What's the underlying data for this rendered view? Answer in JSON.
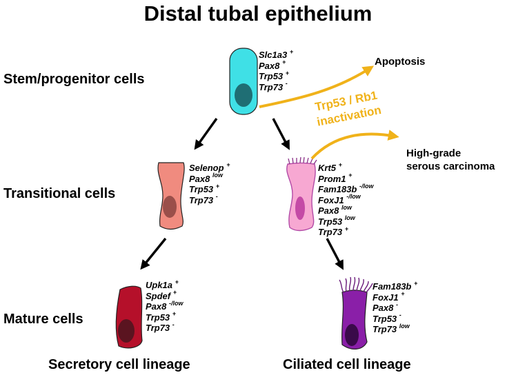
{
  "title": "Distal tubal epithelium",
  "rows": {
    "stem": "Stem/progenitor cells",
    "transitional": "Transitional cells",
    "mature": "Mature cells"
  },
  "lineages": {
    "secretory": "Secretory cell lineage",
    "ciliated": "Ciliated cell lineage"
  },
  "inactivation": {
    "line1": "Trp53 / Rb1",
    "line2": "inactivation"
  },
  "outcomes": {
    "apoptosis": "Apoptosis",
    "hgsc_line1": "High-grade",
    "hgsc_line2": "serous carcinoma"
  },
  "markers": {
    "stem": [
      {
        "gene": "Slc1a3",
        "level": "+"
      },
      {
        "gene": "Pax8",
        "level": "+"
      },
      {
        "gene": "Trp53",
        "level": "+"
      },
      {
        "gene": "Trp73",
        "level": "-"
      }
    ],
    "transitional_secretory": [
      {
        "gene": "Selenop",
        "level": "+"
      },
      {
        "gene": "Pax8",
        "level": "low"
      },
      {
        "gene": "Trp53",
        "level": "+"
      },
      {
        "gene": "Trp73",
        "level": "-"
      }
    ],
    "transitional_ciliated": [
      {
        "gene": "Krt5",
        "level": "+"
      },
      {
        "gene": "Prom1",
        "level": "+"
      },
      {
        "gene": "Fam183b",
        "level": "-/low"
      },
      {
        "gene": "FoxJ1",
        "level": "-/low"
      },
      {
        "gene": "Pax8",
        "level": "low"
      },
      {
        "gene": "Trp53",
        "level": "low"
      },
      {
        "gene": "Trp73",
        "level": "+"
      }
    ],
    "mature_secretory": [
      {
        "gene": "Upk1a",
        "level": "+"
      },
      {
        "gene": "Spdef",
        "level": "+"
      },
      {
        "gene": "Pax8",
        "level": "-/low"
      },
      {
        "gene": "Trp53",
        "level": "+"
      },
      {
        "gene": "Trp73",
        "level": "-"
      }
    ],
    "mature_ciliated": [
      {
        "gene": "Fam183b",
        "level": "+"
      },
      {
        "gene": "FoxJ1",
        "level": "+"
      },
      {
        "gene": "Pax8",
        "level": "-"
      },
      {
        "gene": "Trp53",
        "level": "-"
      },
      {
        "gene": "Trp73",
        "level": "low"
      }
    ]
  },
  "colors": {
    "stem_cell": "#3fe0e6",
    "stem_nucleus": "#1f6e74",
    "transitional_secretory_cell": "#f08b7f",
    "transitional_secretory_nucleus": "#9a4f4a",
    "transitional_ciliated_cell": "#f7a8d2",
    "transitional_ciliated_nucleus": "#c44aa6",
    "mature_secretory_cell": "#b5102a",
    "mature_secretory_nucleus": "#5a1420",
    "mature_ciliated_cell": "#8a1fa8",
    "mature_ciliated_nucleus": "#3a0a4a",
    "inactivation_arrow": "#f0b21a"
  }
}
